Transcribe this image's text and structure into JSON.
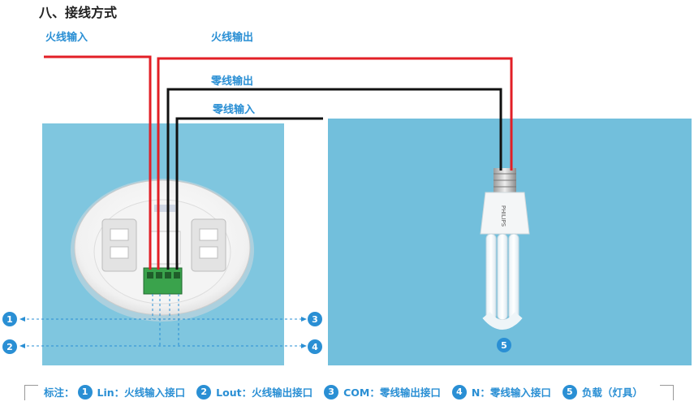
{
  "section_title": "八、接线方式",
  "wire_labels": {
    "live_in": "火线输入",
    "live_out": "火线输出",
    "neutral_out": "零线输出",
    "neutral_in": "零线输入"
  },
  "markers": [
    "1",
    "2",
    "3",
    "4",
    "5"
  ],
  "bulb_brand": "PHILIPS",
  "colors": {
    "live_wire": "#e21f26",
    "neutral_wire": "#111111",
    "accent": "#2a8fd4",
    "panel_left": "#7fc6df",
    "panel_right": "#72bfdc"
  },
  "legend": {
    "lead": "标注：",
    "items": [
      {
        "num": "1",
        "text": "Lin：火线输入接口"
      },
      {
        "num": "2",
        "text": "Lout：火线输出接口"
      },
      {
        "num": "3",
        "text": "COM：零线输出接口"
      },
      {
        "num": "4",
        "text": "N：零线输入接口"
      },
      {
        "num": "5",
        "text": "负载（灯具）"
      }
    ]
  }
}
